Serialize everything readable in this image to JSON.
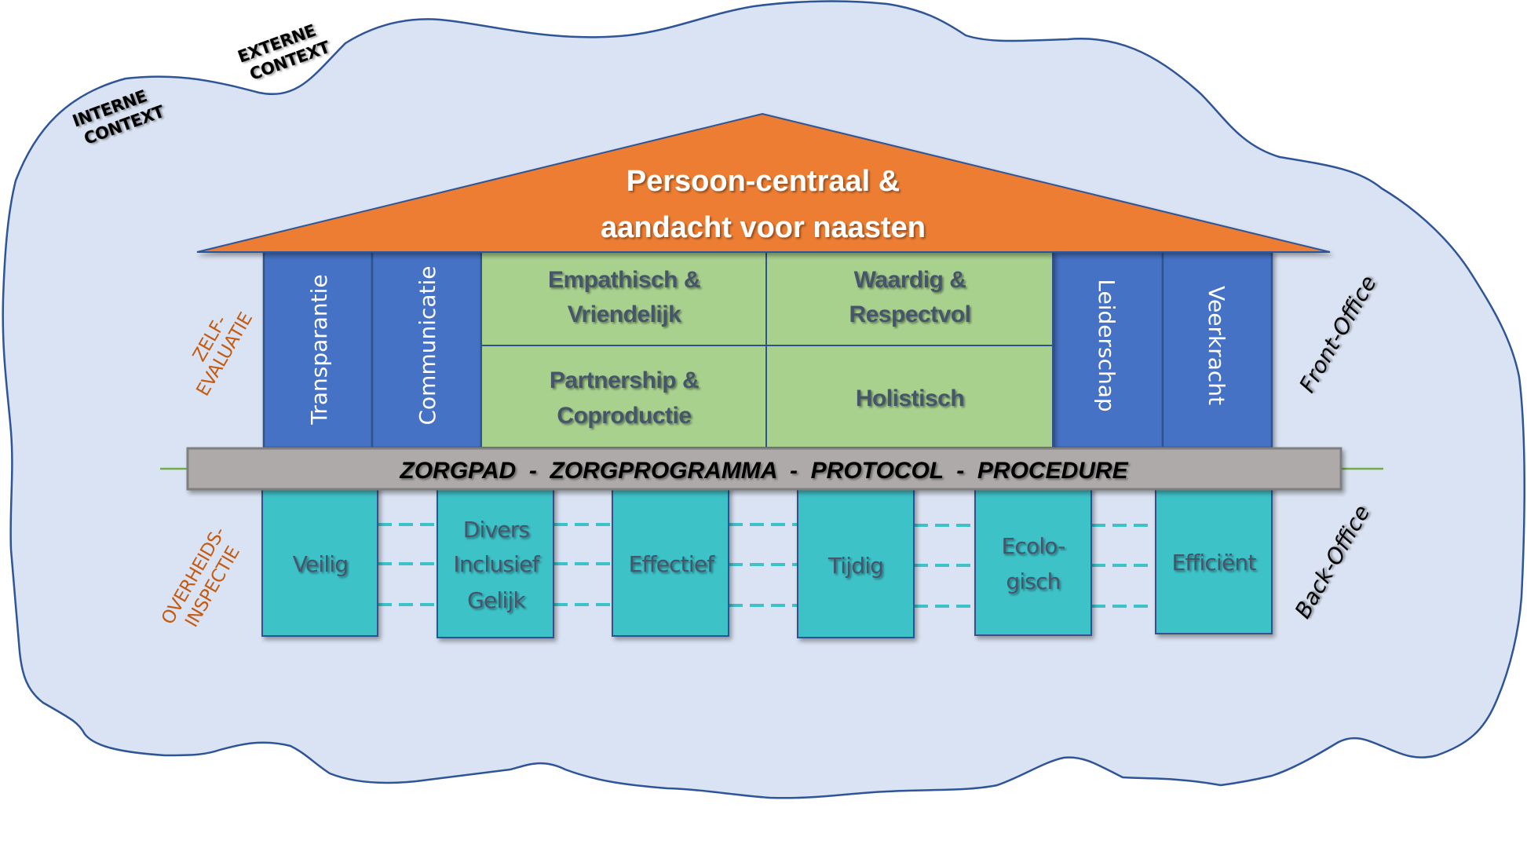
{
  "context": {
    "external_line1": "EXTERNE",
    "external_line2": "CONTEXT",
    "internal_line1": "INTERNE",
    "internal_line2": "CONTEXT"
  },
  "roof": {
    "line1": "Persoon-centraal &",
    "line2": "aandacht voor naasten"
  },
  "front_pillars": [
    {
      "label": "Transparantie"
    },
    {
      "label": "Communicatie"
    },
    {
      "label": "Leiderschap"
    },
    {
      "label": "Veerkracht"
    }
  ],
  "center_cells": [
    {
      "line1": "Empathisch &",
      "line2": "Vriendelijk"
    },
    {
      "line1": "Waardig &",
      "line2": "Respectvol"
    },
    {
      "line1": "Partnership &",
      "line2": "Coproductie"
    },
    {
      "line1": "Holistisch",
      "line2": ""
    }
  ],
  "foundation_bar": {
    "label": "ZORGPAD  -  ZORGPROGRAMMA  -  PROTOCOL  -  PROCEDURE"
  },
  "back_pillars": [
    {
      "lines": [
        "Veilig"
      ]
    },
    {
      "lines": [
        "Divers",
        "Inclusief",
        "Gelijk"
      ]
    },
    {
      "lines": [
        "Effectief"
      ]
    },
    {
      "lines": [
        "Tijdig"
      ]
    },
    {
      "lines": [
        "Ecolo-",
        "gisch"
      ]
    },
    {
      "lines": [
        "Efficiënt"
      ]
    }
  ],
  "side_labels": {
    "self_eval_line1": "ZELF-",
    "self_eval_line2": "EVALUATIE",
    "inspection_line1": "OVERHEIDS-",
    "inspection_line2": "INSPECTIE",
    "front_office": "Front-Office",
    "back_office": "Back-Office"
  },
  "colors": {
    "background_blob": "#dae3f3",
    "roof": "#ed7d31",
    "front_pillar": "#4472c4",
    "center_cells": "#a9d18e",
    "foundation_bar": "#aeaaaa",
    "back_pillar": "#3dc2c8",
    "side_label_orange": "#c55a11"
  }
}
